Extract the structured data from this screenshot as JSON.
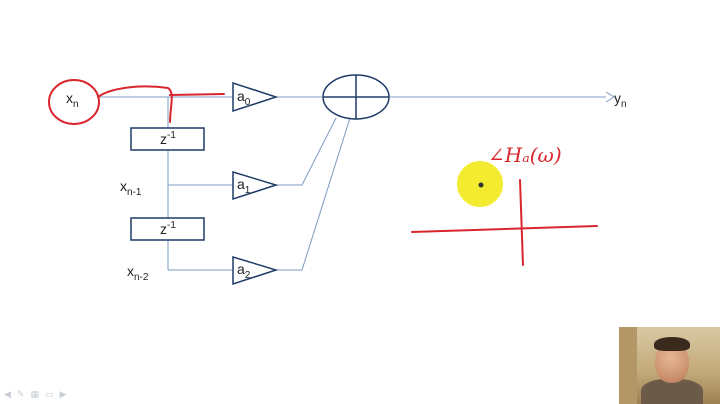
{
  "diagram": {
    "input": {
      "base": "x",
      "sub": "n"
    },
    "output": {
      "base": "y",
      "sub": "n"
    },
    "delays": [
      {
        "base": "z",
        "sup": "-1"
      },
      {
        "base": "z",
        "sup": "-1"
      }
    ],
    "taps": [
      {
        "base": "x",
        "sub": "n-1"
      },
      {
        "base": "x",
        "sub": "n-2"
      }
    ],
    "gains": [
      {
        "base": "a",
        "sub": "0"
      },
      {
        "base": "a",
        "sub": "1"
      },
      {
        "base": "a",
        "sub": "2"
      }
    ],
    "annotation": "∠Hₐ(ω)"
  },
  "colors": {
    "ink": "#d9262e",
    "wire": "#7d9bbf",
    "block": "#1f3b66",
    "pointer": "#f3e81a"
  },
  "toolbar_icons": [
    "arrow-left-icon",
    "pen-icon",
    "grid-icon",
    "eraser-icon",
    "arrow-right-icon"
  ]
}
